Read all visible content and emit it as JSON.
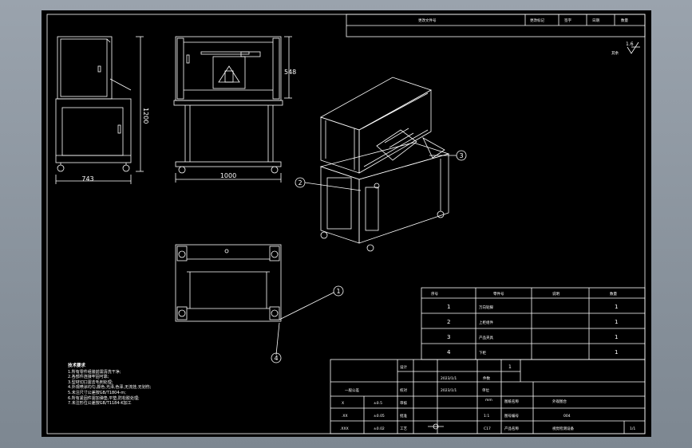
{
  "dimensions": {
    "height_total": "1200",
    "upper_height": "548",
    "side_width": "743",
    "front_width": "1000"
  },
  "callouts": [
    "1",
    "2",
    "3",
    "4"
  ],
  "bom": {
    "headers": [
      "序号",
      "零件号",
      "说明",
      "数量"
    ],
    "rows": [
      {
        "no": "1",
        "name": "万向轮脚",
        "desc": "",
        "qty": "1"
      },
      {
        "no": "2",
        "name": "上柜组件",
        "desc": "",
        "qty": "1"
      },
      {
        "no": "3",
        "name": "产品夹具",
        "desc": "",
        "qty": "1"
      },
      {
        "no": "4",
        "name": "下柜",
        "desc": "",
        "qty": "1"
      }
    ]
  },
  "top_block": {
    "cells": [
      "更改文件号",
      "更改标记",
      "签字",
      "日期",
      "数量"
    ]
  },
  "roughness": {
    "value": "1.6",
    "label": "其余"
  },
  "title_block": {
    "tolerance_header": "一般公差",
    "tolerance_rows": [
      {
        "range": "X",
        "tol": "±0.5"
      },
      {
        "range": ".XX",
        "tol": "±0.05"
      },
      {
        "range": ".XXX",
        "tol": "±0.02"
      }
    ],
    "roles": [
      "设计",
      "校对",
      "审核",
      "批准",
      "工艺"
    ],
    "dates": [
      "2023/1/1",
      "2023/1/1"
    ],
    "unit_label": "单位",
    "unit": "mm",
    "scale": "1:1",
    "material": "C17",
    "name_label": "图纸名称",
    "name": "外观图合",
    "drawing_no_label": "图号编号",
    "drawing_no": "004",
    "product_label": "产品名称",
    "product": "视觉检测设备",
    "sheet": "1/1",
    "count_label": "件数",
    "count": "1"
  },
  "notes": {
    "title": "技术要求",
    "items": [
      "1.所有零件组装前需清洗干净;",
      "2.各部件连接牢固可靠;",
      "3.型材切口需去毛刺处理;",
      "4.外观喷涂均匀,颜色,光泽,色泽,无流挂,无划伤;",
      "5.未注尺寸公差按GB/T1804-m;",
      "6.所有紧固件需加弹垫,平垫,防松胶处理;",
      "7.未注形位公差按GB/T1184-K加工"
    ]
  }
}
